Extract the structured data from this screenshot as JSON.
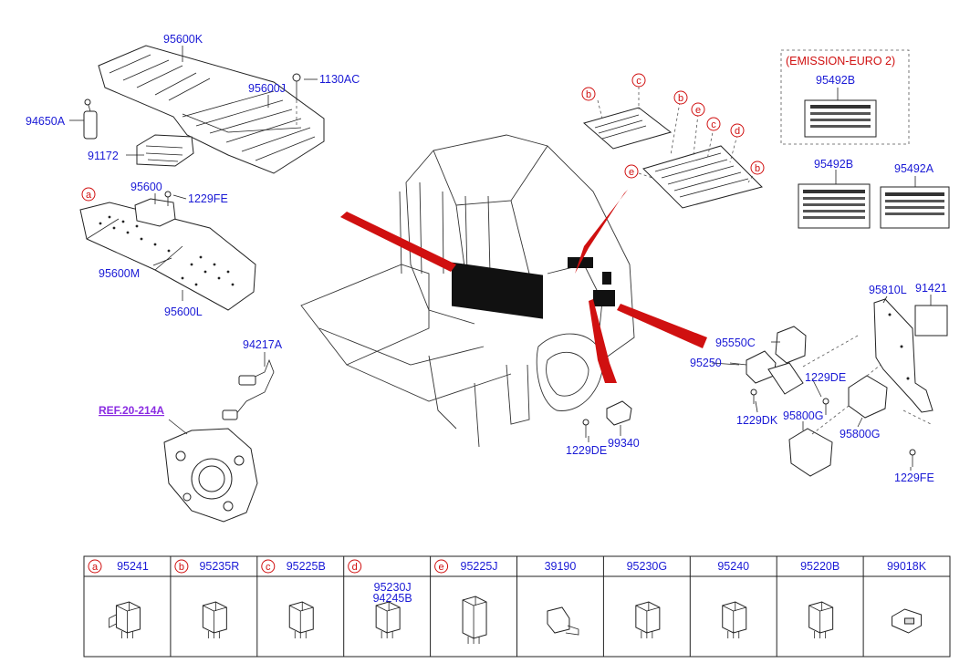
{
  "diagram": {
    "part_labels": {
      "p95600K": "95600K",
      "p95600J": "95600J",
      "p1130AC": "1130AC",
      "p94650A": "94650A",
      "p91172": "91172",
      "p95600": "95600",
      "p1229FE_a": "1229FE",
      "p95600M": "95600M",
      "p95600L": "95600L",
      "p94217A": "94217A",
      "p95492B_a": "95492B",
      "p95492B_b": "95492B",
      "p95492A": "95492A",
      "p95810L": "95810L",
      "p91421": "91421",
      "p95550C": "95550C",
      "p95250": "95250",
      "p1229DE_a": "1229DE",
      "p1229DK": "1229DK",
      "p95800G_a": "95800G",
      "p95800G_b": "95800G",
      "p1229DE_b": "1229DE",
      "p99340": "99340",
      "p1229FE_b": "1229FE"
    },
    "reference": "REF.20-214A",
    "emission_note": "(EMISSION-EURO 2)",
    "callouts": {
      "a1": "a",
      "b1": "b",
      "c1": "c",
      "b2": "b",
      "e1": "e",
      "c2": "c",
      "d1": "d",
      "b3": "b",
      "e2": "e"
    }
  },
  "parts_table": {
    "columns": [
      {
        "marker": "a",
        "parts": [
          "95241"
        ],
        "icon": "relay-with-bracket-icon"
      },
      {
        "marker": "b",
        "parts": [
          "95235R"
        ],
        "icon": "relay-icon"
      },
      {
        "marker": "c",
        "parts": [
          "95225B"
        ],
        "icon": "relay-icon"
      },
      {
        "marker": "d",
        "parts": [
          "95230J",
          "94245B"
        ],
        "icon": "micro-relay-icon"
      },
      {
        "marker": "e",
        "parts": [
          "95225J"
        ],
        "icon": "relay-tall-icon"
      },
      {
        "marker": "",
        "parts": [
          "39190"
        ],
        "icon": "relay-bracket-icon"
      },
      {
        "marker": "",
        "parts": [
          "95230G"
        ],
        "icon": "relay-icon"
      },
      {
        "marker": "",
        "parts": [
          "95240"
        ],
        "icon": "relay-icon"
      },
      {
        "marker": "",
        "parts": [
          "95220B"
        ],
        "icon": "relay-icon"
      },
      {
        "marker": "",
        "parts": [
          "99018K"
        ],
        "icon": "fuse-block-icon"
      }
    ]
  }
}
